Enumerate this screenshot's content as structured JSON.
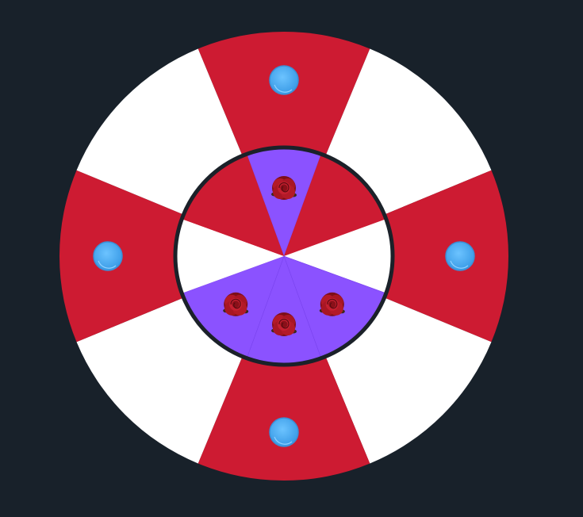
{
  "colors": {
    "background": "#18212a",
    "red": "#cd1b32",
    "white": "#ffffff",
    "purple": "#8b52ff",
    "blue_token": "#4fb0f5",
    "rose": "#a21622",
    "rim": "#1b2129"
  },
  "board": {
    "outer_ring": {
      "segments": [
        {
          "color": "red",
          "token": "blue-dot"
        },
        {
          "color": "white",
          "token": null
        },
        {
          "color": "red",
          "token": "blue-dot"
        },
        {
          "color": "white",
          "token": null
        },
        {
          "color": "red",
          "token": "blue-dot"
        },
        {
          "color": "white",
          "token": null
        },
        {
          "color": "red",
          "token": "blue-dot"
        },
        {
          "color": "white",
          "token": null
        }
      ]
    },
    "inner_circle": {
      "segments": [
        {
          "color": "purple",
          "token": "rose"
        },
        {
          "color": "red",
          "token": null
        },
        {
          "color": "white",
          "token": null
        },
        {
          "color": "purple",
          "token": "rose"
        },
        {
          "color": "purple",
          "token": "rose"
        },
        {
          "color": "purple",
          "token": "rose"
        },
        {
          "color": "white",
          "token": null
        },
        {
          "color": "red",
          "token": null
        }
      ]
    }
  }
}
